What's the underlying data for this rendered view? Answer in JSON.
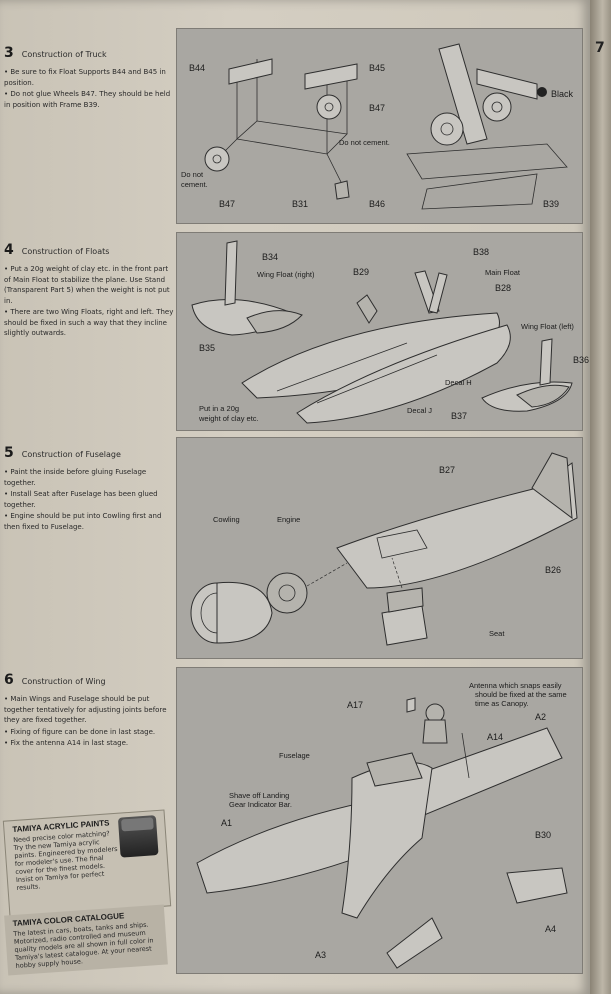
{
  "next_page_number": "7",
  "steps": [
    {
      "number": "3",
      "title": "Construction of Truck",
      "notes": [
        "Be sure to fix Float Supports B44 and B45 in position.",
        "Do not glue Wheels B47. They should be held in position with Frame B39."
      ],
      "labels": {
        "b44": "B44",
        "b45": "B45",
        "b47a": "B47",
        "b47b": "B47",
        "b31": "B31",
        "b46": "B46",
        "b39": "B39",
        "do_not_cement_1": "Do not cement.",
        "do_not_cement_2": "Do not",
        "do_not_cement_3": "cement.",
        "black": "Black"
      }
    },
    {
      "number": "4",
      "title": "Construction of Floats",
      "notes": [
        "Put a 20g weight of clay etc. in the front part of Main Float to stabilize the plane. Use Stand (Transparent Part 5) when the weight is not put in.",
        "There are two Wing Floats, right and left. They should be fixed in such a way that they incline slightly outwards."
      ],
      "labels": {
        "b34": "B34",
        "b38": "B38",
        "b29": "B29",
        "b28": "B28",
        "b35": "B35",
        "b36": "B36",
        "b37": "B37",
        "wing_float_right": "Wing Float (right)",
        "main_float": "Main Float",
        "wing_float_left": "Wing Float (left)",
        "decal_h": "Decal H",
        "decal_j": "Decal J",
        "clay_1": "Put in a 20g",
        "clay_2": "weight of clay etc."
      }
    },
    {
      "number": "5",
      "title": "Construction of Fuselage",
      "notes": [
        "Paint the inside before gluing Fuselage together.",
        "Install Seat after Fuselage has been glued together.",
        "Engine should be put into Cowling first and then fixed to Fuselage."
      ],
      "labels": {
        "b27": "B27",
        "b26": "B26",
        "cowling": "Cowling",
        "engine": "Engine",
        "seat": "Seat"
      }
    },
    {
      "number": "6",
      "title": "Construction of Wing",
      "notes": [
        "Main Wings and Fuselage should be put together tentatively for adjusting joints before they are fixed together.",
        "Fixing of figure can be done in last stage.",
        "Fix the antenna A14 in last stage."
      ],
      "labels": {
        "antenna_note_1": "Antenna which snaps easily",
        "antenna_note_2": "should be fixed at the same",
        "antenna_note_3": "time as Canopy.",
        "a17": "A17",
        "a14": "A14",
        "a2": "A2",
        "a1": "A1",
        "a3": "A3",
        "a4": "A4",
        "b30": "B30",
        "fuselage": "Fuselage",
        "shave_1": "Shave off Landing",
        "shave_2": "Gear Indicator Bar."
      }
    }
  ],
  "ads": {
    "paints_title": "TAMIYA ACRYLIC PAINTS",
    "paints_text": "Need precise color matching? Try the new Tamiya acrylic paints. Engineered by modelers for modeler's use. The final cover for the finest models. Insist on Tamiya for perfect results.",
    "catalogue_title": "TAMIYA COLOR CATALOGUE",
    "catalogue_text": "The latest in cars, boats, tanks and ships. Motorized, radio controlled and museum quality models are all shown in full color in Tamiya's latest catalogue. At your nearest hobby supply house."
  }
}
